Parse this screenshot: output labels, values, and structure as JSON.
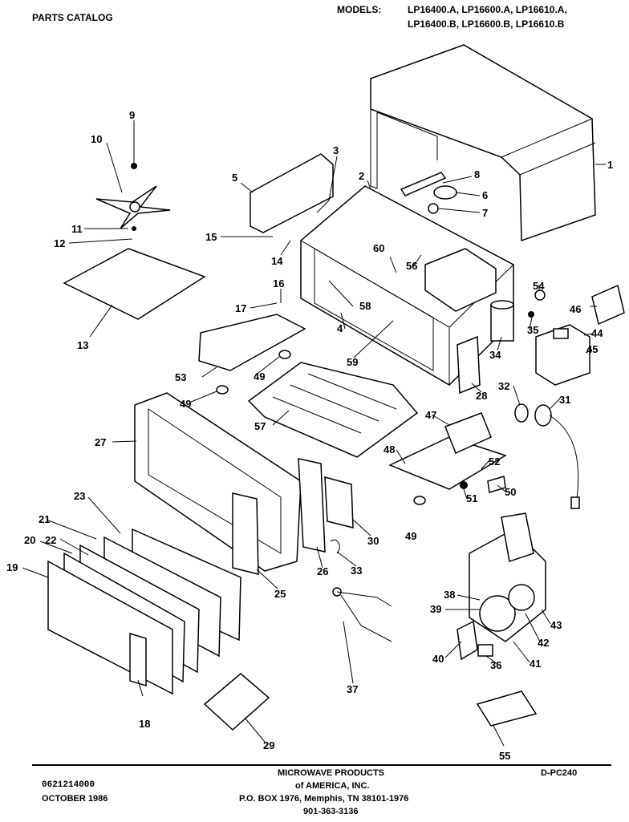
{
  "header": {
    "title": "PARTS CATALOG",
    "models_label": "MODELS:",
    "models_line1": "LP16400.A, LP16600.A, LP16610.A,",
    "models_line2": "LP16400.B, LP16600.B, LP16610.B"
  },
  "diagram": {
    "callouts": [
      "1",
      "2",
      "3",
      "4",
      "5",
      "6",
      "7",
      "8",
      "9",
      "10",
      "11",
      "12",
      "13",
      "14",
      "15",
      "16",
      "17",
      "18",
      "19",
      "20",
      "21",
      "22",
      "23",
      "25",
      "26",
      "27",
      "28",
      "29",
      "30",
      "31",
      "32",
      "33",
      "34",
      "35",
      "36",
      "37",
      "38",
      "39",
      "40",
      "41",
      "42",
      "43",
      "44",
      "45",
      "46",
      "47",
      "48",
      "49",
      "50",
      "51",
      "52",
      "53",
      "54",
      "55",
      "56",
      "57",
      "58",
      "59",
      "60"
    ]
  },
  "footer": {
    "doc_number": "0621214000",
    "date": "OCTOBER 1986",
    "company_line1": "MICROWAVE PRODUCTS",
    "company_line2": "of AMERICA, INC.",
    "address": "P.O. BOX 1976, Memphis, TN 38101-1976",
    "phone": "901-363-3136",
    "page_code": "D-PC240"
  }
}
